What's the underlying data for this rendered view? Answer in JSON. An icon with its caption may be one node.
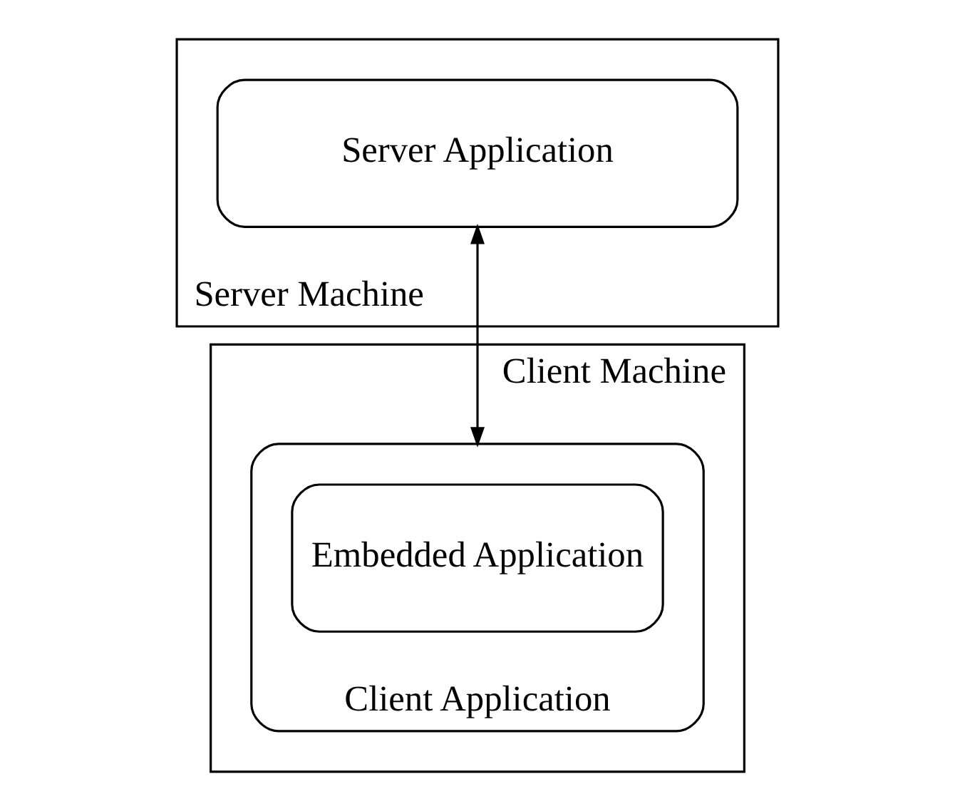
{
  "diagram": {
    "nodes": [
      {
        "text": [
          "Server Machine"
        ]
      },
      {
        "text": [
          "Server Application"
        ],
        "in": 0
      },
      {
        "text": [
          "Client Machine"
        ]
      },
      {
        "text": [
          "Client Application"
        ],
        "in": 2
      },
      {
        "text": [
          "Embedded Application"
        ],
        "in": 3
      }
    ],
    "edges": [
      {
        "from": 1,
        "to": 3,
        "arrow": "both"
      }
    ]
  }
}
